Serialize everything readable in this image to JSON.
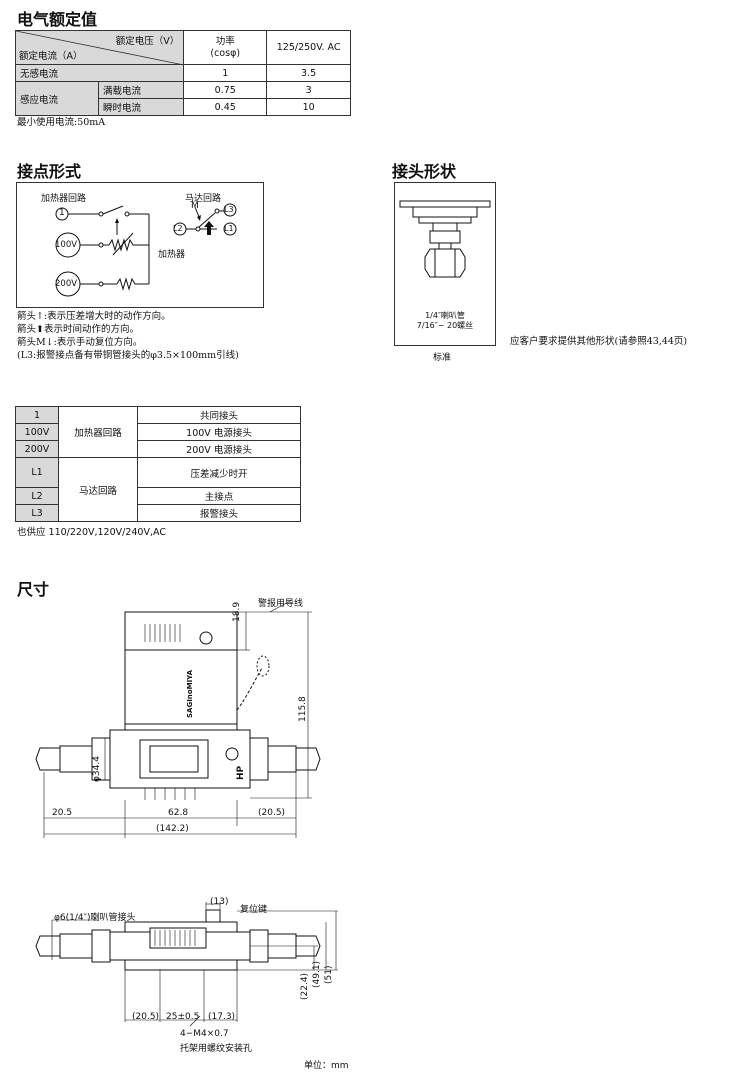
{
  "rating": {
    "title": "电气额定值",
    "hdr_voltage": "额定电压（V）",
    "hdr_current": "额定电流（A）",
    "hdr_pf_1": "功率",
    "hdr_pf_2": "(cosφ)",
    "hdr_ac": "125/250V. AC",
    "row1": [
      "无感电流",
      "1",
      "3.5"
    ],
    "row2_group": "感应电流",
    "row2": [
      "满载电流",
      "0.75",
      "3"
    ],
    "row3": [
      "瞬时电流",
      "0.45",
      "10"
    ],
    "note": "最小使用电流:50mA"
  },
  "contact": {
    "title": "接点形式",
    "heater_circuit": "加热器回路",
    "motor_circuit": "马达回路",
    "m": "M",
    "heater": "加热器",
    "t1": "1",
    "t100": "100V",
    "t200": "200V",
    "l1": "L1",
    "l2": "L2",
    "l3": "L3",
    "notes": [
      "箭头↑:表示压差增大时的动作方向。",
      "箭头⬆表示时间动作的方向。",
      "箭头M↓:表示手动复位方向。",
      "(L3:报警接点备有带铜管接头的φ3.5×100mm引线)"
    ]
  },
  "joint": {
    "title": "接头形状",
    "label1": "1/4″喇叭管",
    "label2": "7/16″− 20螺丝",
    "std": "标准",
    "note": "应客户要求提供其他形状(请参照43,44页)"
  },
  "terminals": {
    "rows": [
      [
        "1",
        "加热器回路",
        "共同接头"
      ],
      [
        "100V",
        "",
        "100V 电源接头"
      ],
      [
        "200V",
        "",
        "200V 电源接头"
      ],
      [
        "L1",
        "马达回路",
        "压差减少时开"
      ],
      [
        "L2",
        "",
        "主接点"
      ],
      [
        "L3",
        "",
        "报警接头"
      ]
    ],
    "note": "也供应 110/220V,120V/240V,AC"
  },
  "dims": {
    "title": "尺寸",
    "alarm_lead": "警报用导线",
    "d189": "18.9",
    "d1158": "115.8",
    "d344": "φ34.4",
    "d205": "20.5",
    "d628": "62.8",
    "d205p": "(20.5)",
    "d1422": "(142.2)",
    "brand": "SAGInoMIYA",
    "hp": "HP",
    "flare": "φ6(1/4″)喇叭管接头",
    "d13": "(13)",
    "reset": "复位键",
    "d205b": "(20.5)",
    "d25": "25±0.5",
    "d173": "(17.3)",
    "screw1": "4−M4×0.7",
    "screw2": "托架用螺纹安装孔",
    "d224": "(22.4)",
    "d491": "(49.1)",
    "d51": "(51)",
    "unit": "单位：mm"
  }
}
